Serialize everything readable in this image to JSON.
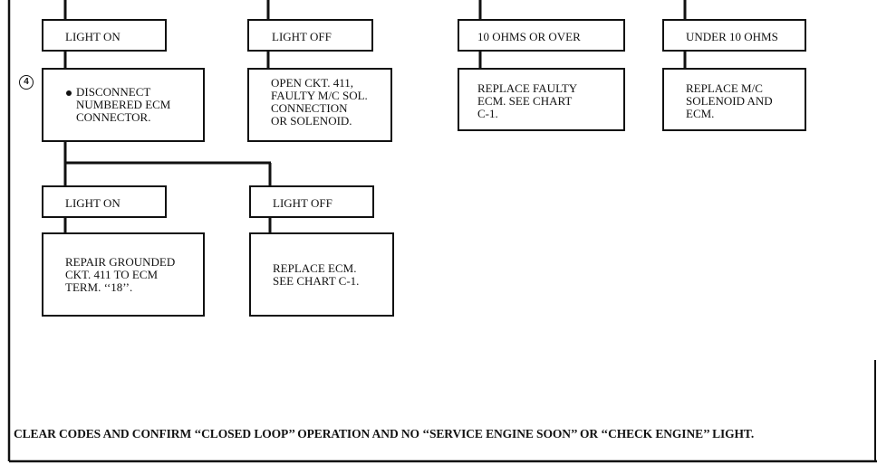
{
  "step_marker": "4",
  "boxes": {
    "light_on_top": "LIGHT ON",
    "light_off_top": "LIGHT OFF",
    "ohms_over": "10 OHMS OR OVER",
    "ohms_under": "UNDER 10 OHMS",
    "disconnect": "DISCONNECT\nNUMBERED ECM\nCONNECTOR.",
    "open_ckt": "OPEN CKT. 411,\nFAULTY M/C SOL.\nCONNECTION\nOR SOLENOID.",
    "replace_faulty_ecm": "REPLACE FAULTY\nECM. SEE CHART\nC-1.",
    "replace_mc": "REPLACE M/C\nSOLENOID AND\nECM.",
    "light_on_bottom": "LIGHT ON",
    "light_off_bottom": "LIGHT OFF",
    "repair_grounded": "REPAIR GROUNDED\nCKT. 411 TO ECM\nTERM. ‘‘18’’.",
    "replace_ecm": "REPLACE ECM.\nSEE CHART C-1."
  },
  "footer": "CLEAR CODES AND CONFIRM ‘‘CLOSED LOOP’’ OPERATION AND NO ‘‘SERVICE ENGINE SOON’’ OR ‘‘CHECK ENGINE’’ LIGHT."
}
